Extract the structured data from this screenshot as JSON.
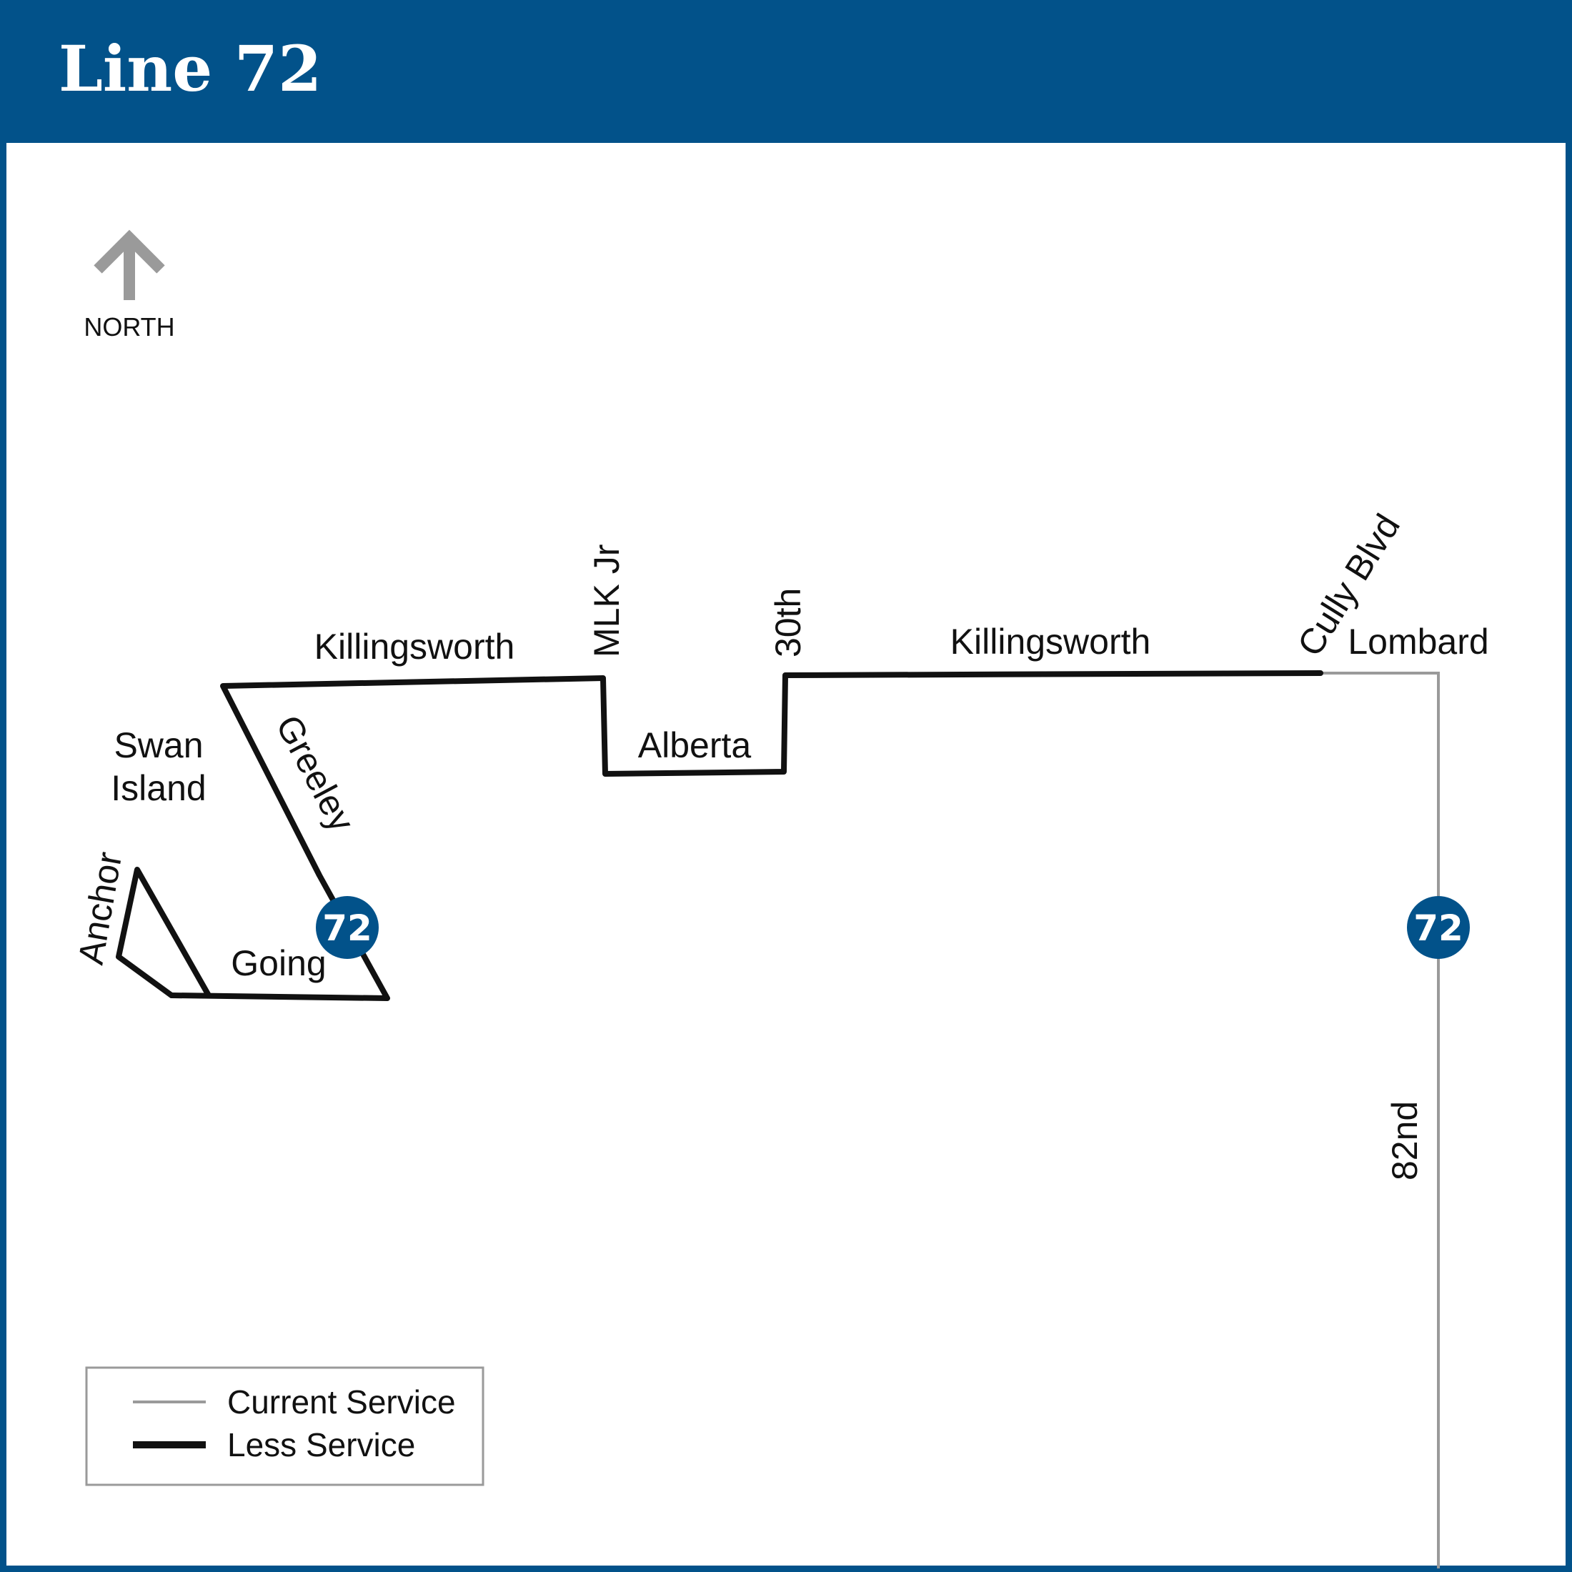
{
  "title": "Line 72",
  "north_label": "NORTH",
  "route_number": "72",
  "streets": {
    "killingsworth_west": "Killingsworth",
    "killingsworth_east": "Killingsworth",
    "mlk": "MLK Jr",
    "thirtieth": "30th",
    "alberta": "Alberta",
    "swan_line1": "Swan",
    "swan_line2": "Island",
    "greeley": "Greeley",
    "anchor": "Anchor",
    "going": "Going",
    "cully": "Cully Blvd",
    "lombard": "Lombard",
    "eighty_second": "82nd"
  },
  "legend": {
    "current": "Current Service",
    "less": "Less Service"
  },
  "colors": {
    "header_blue": "#02528a",
    "current_service": "#9a9a9a",
    "less_service": "#111111",
    "badge": "#02528a"
  }
}
